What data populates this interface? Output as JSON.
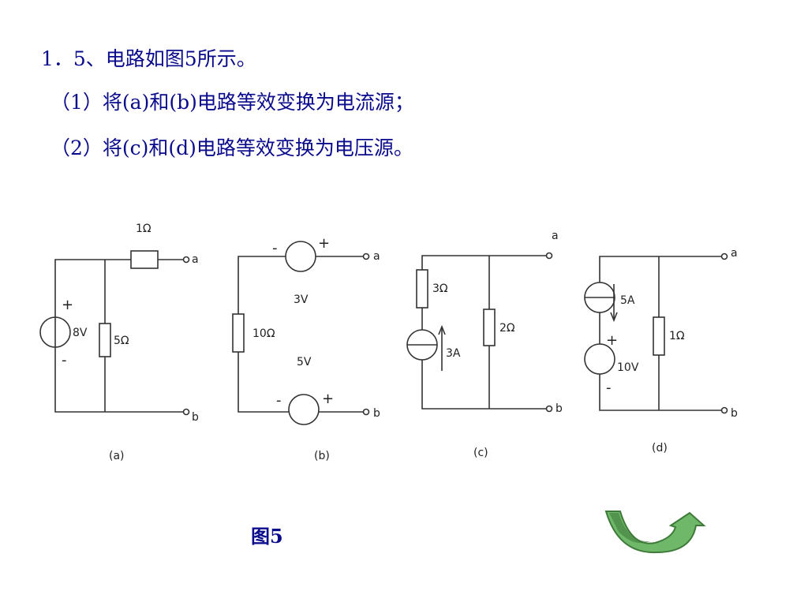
{
  "problem": {
    "line1": "1．5、电路如图5所示。",
    "line2": "（1）将(a)和(b)电路等效变换为电流源；",
    "line3": "（2）将(c)和(d)电路等效变换为电压源。"
  },
  "figure": {
    "caption": "图5",
    "circuit_a": {
      "resistor_series": "1Ω",
      "resistor_shunt": "5Ω",
      "source_voltage": "8V",
      "plus": "+",
      "minus": "-",
      "terminal_a": "a",
      "terminal_b": "b",
      "label": "(a)"
    },
    "circuit_b": {
      "resistor": "10Ω",
      "source_top": "3V",
      "source_bottom": "5V",
      "plus_top": "+",
      "minus_top": "-",
      "plus_bottom": "+",
      "minus_bottom": "-",
      "terminal_a": "a",
      "terminal_b": "b",
      "label": "(b)"
    },
    "circuit_c": {
      "resistor_series": "3Ω",
      "resistor_shunt": "2Ω",
      "source_current": "3A",
      "terminal_a": "a",
      "terminal_b": "b",
      "label": "(c)"
    },
    "circuit_d": {
      "source_current": "5A",
      "source_voltage": "10V",
      "resistor": "1Ω",
      "plus": "+",
      "minus": "-",
      "terminal_a": "a",
      "terminal_b": "b",
      "label": "(d)"
    }
  },
  "nav": {
    "icon": "next-arrow-icon",
    "color_dark": "#3f7a3a",
    "color_light": "#8fd08a"
  }
}
